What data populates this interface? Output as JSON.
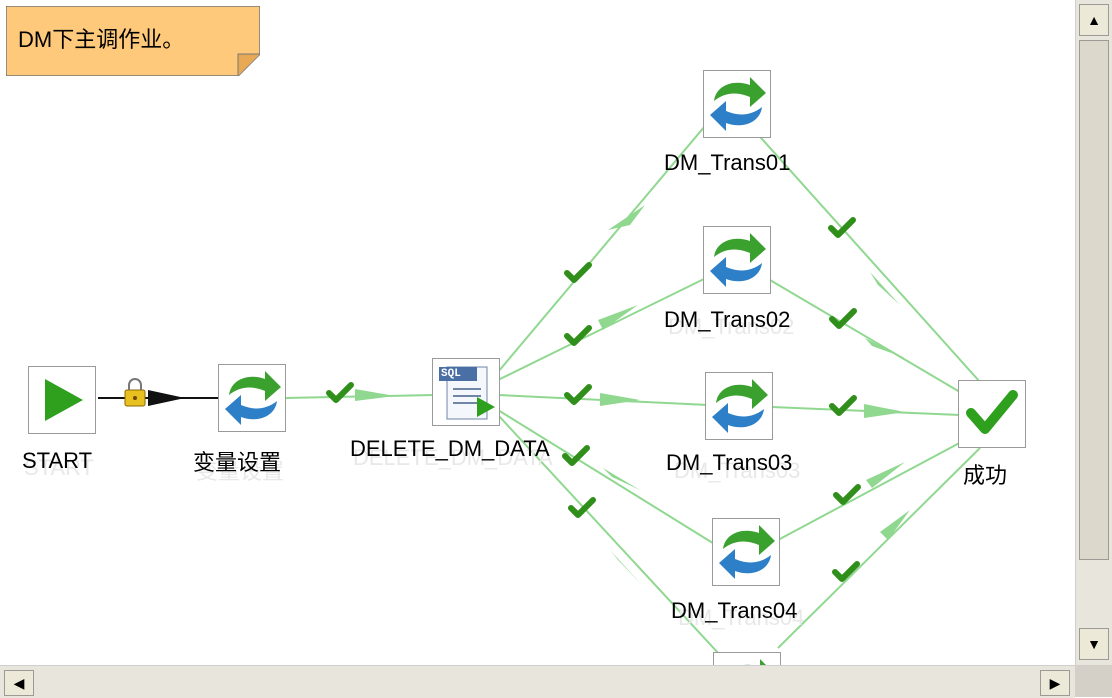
{
  "note": {
    "text": "DM下主调作业。"
  },
  "nodes": {
    "start": {
      "label": "START"
    },
    "var": {
      "label": "变量设置"
    },
    "delete": {
      "label": "DELETE_DM_DATA",
      "sql_badge": "SQL"
    },
    "t1": {
      "label": "DM_Trans01"
    },
    "t2": {
      "label": "DM_Trans02"
    },
    "t3": {
      "label": "DM_Trans03"
    },
    "t4": {
      "label": "DM_Trans04"
    },
    "ok": {
      "label": "成功"
    }
  },
  "colors": {
    "note_bg": "#ffc97b",
    "hop": "#90d890",
    "check": "#2f8f1a",
    "arrow_green": "#2ea01e",
    "trans_blue": "#2d7fc8",
    "trans_green": "#3aa12e"
  },
  "scrollbars": {
    "up_icon": "▲",
    "down_icon": "▼",
    "left_icon": "◀",
    "right_icon": "▶"
  }
}
